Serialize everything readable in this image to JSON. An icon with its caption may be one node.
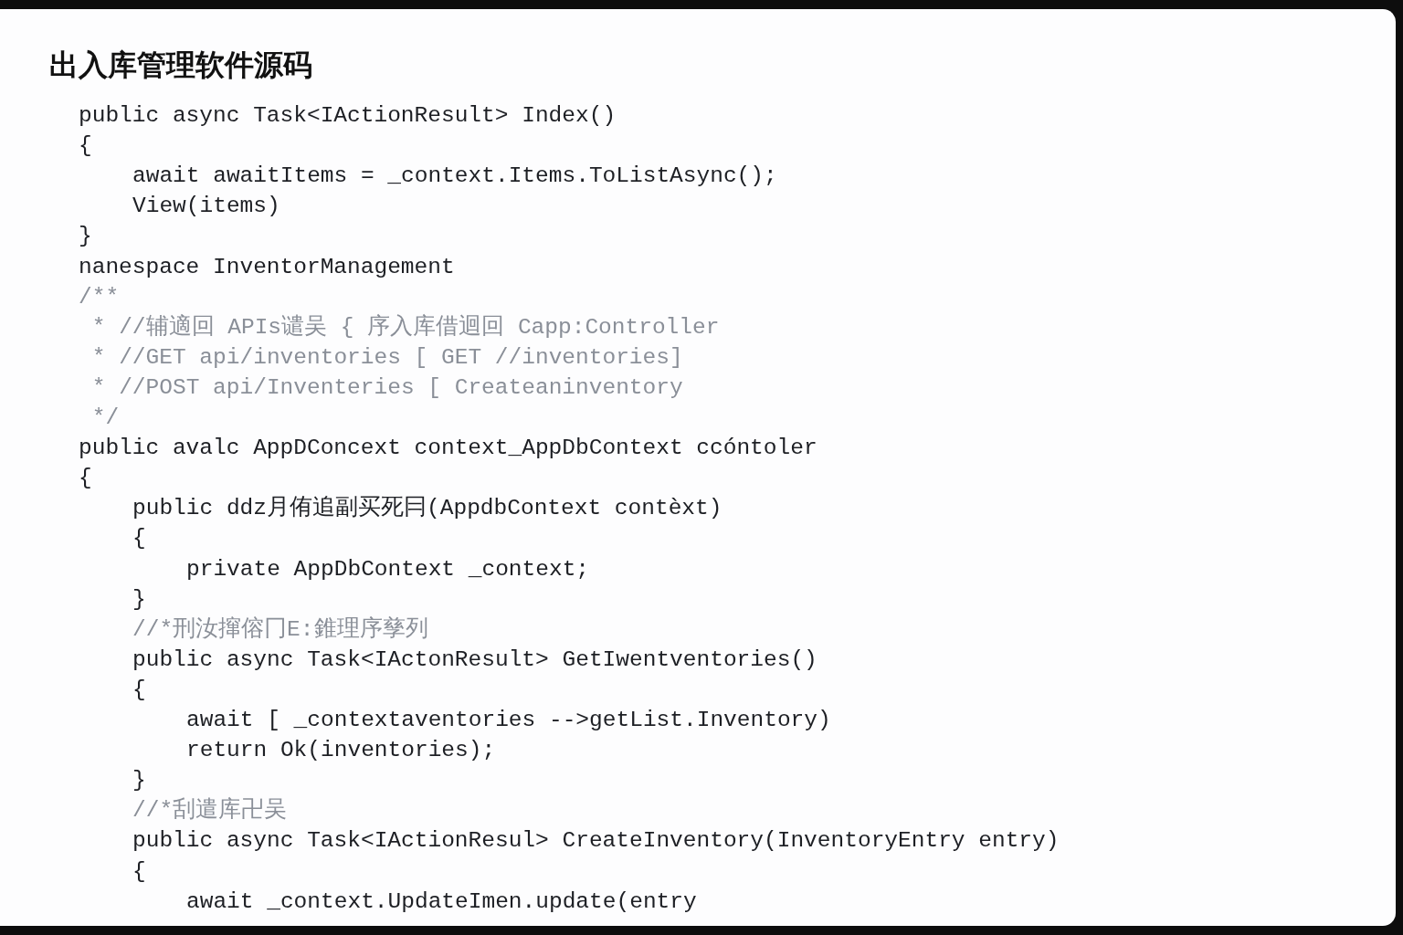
{
  "diagram": {
    "title": "出入库管理软件源码",
    "labels": [
      "public async Task<IActionResult> Index()",
      "{",
      "await awaitItems = _context.Items.ToListAsync();",
      "View(items)",
      "}",
      "nanespace InventorManagement",
      "/**",
      "* //辅適回 APIs谴吴 { 序入库借迴回 Capp:Controller",
      "* //GET api/inventories [ GET //inventories]",
      "* //POST api/Inventeries [ Createaninventory",
      "*/",
      "public avalc AppDConcext context_AppDbContext ccóntoler",
      "{",
      "public ddz月侑追副买死冃(AppdbContext contèxt)",
      "{",
      "private AppDbContext _context;",
      "}",
      "//*刑汝撺傛冂E:錐理序孳列",
      "public async Task<IActonResult> GetIwentventories()",
      "{",
      "await [ _contextaventories -->getList.Inventory)",
      "return Ok(inventories);",
      "}",
      "//*刮遣库卍吴",
      "public async Task<IActionResul> CreateInventory(InventoryEntry entry)",
      "{",
      "await _context.UpdateImen.update(entry"
    ]
  }
}
